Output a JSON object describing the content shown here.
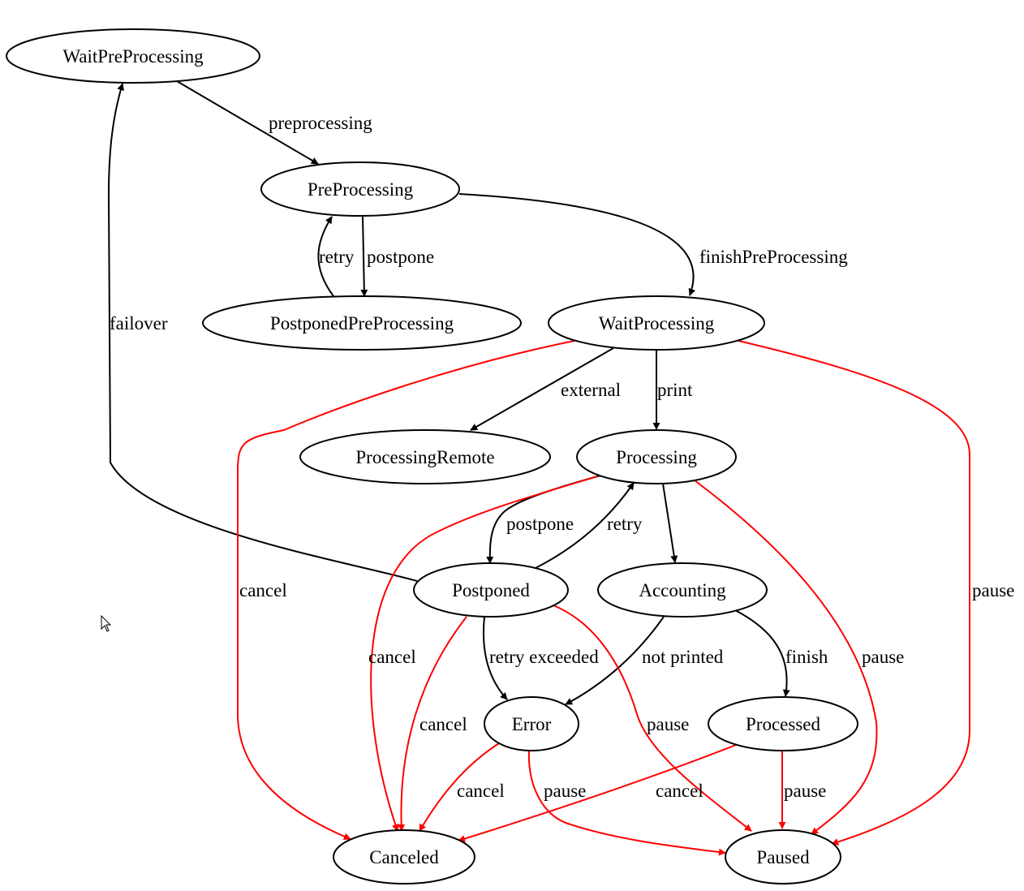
{
  "colors": {
    "normal": "#000000",
    "alert": "#ff0000"
  },
  "states": {
    "wait_pre_processing": "WaitPreProcessing",
    "pre_processing": "PreProcessing",
    "postponed_pre_processing": "PostponedPreProcessing",
    "wait_processing": "WaitProcessing",
    "processing_remote": "ProcessingRemote",
    "processing": "Processing",
    "postponed": "Postponed",
    "accounting": "Accounting",
    "error": "Error",
    "processed": "Processed",
    "canceled": "Canceled",
    "paused": "Paused"
  },
  "transitions": {
    "preprocessing": "preprocessing",
    "retry_pre": "retry",
    "postpone_pre": "postpone",
    "finish_pre_processing": "finishPreProcessing",
    "failover": "failover",
    "external": "external",
    "print": "print",
    "cancel_wait": "cancel",
    "pause_wait": "pause",
    "postpone": "postpone",
    "retry": "retry",
    "cancel_processing": "cancel",
    "pause_processing": "pause",
    "retry_exceeded": "retry exceeded",
    "not_printed": "not printed",
    "finish": "finish",
    "cancel_postponed": "cancel",
    "pause_postponed": "pause",
    "cancel_error": "cancel",
    "pause_error": "pause",
    "cancel_processed": "cancel",
    "pause_processed": "pause"
  }
}
